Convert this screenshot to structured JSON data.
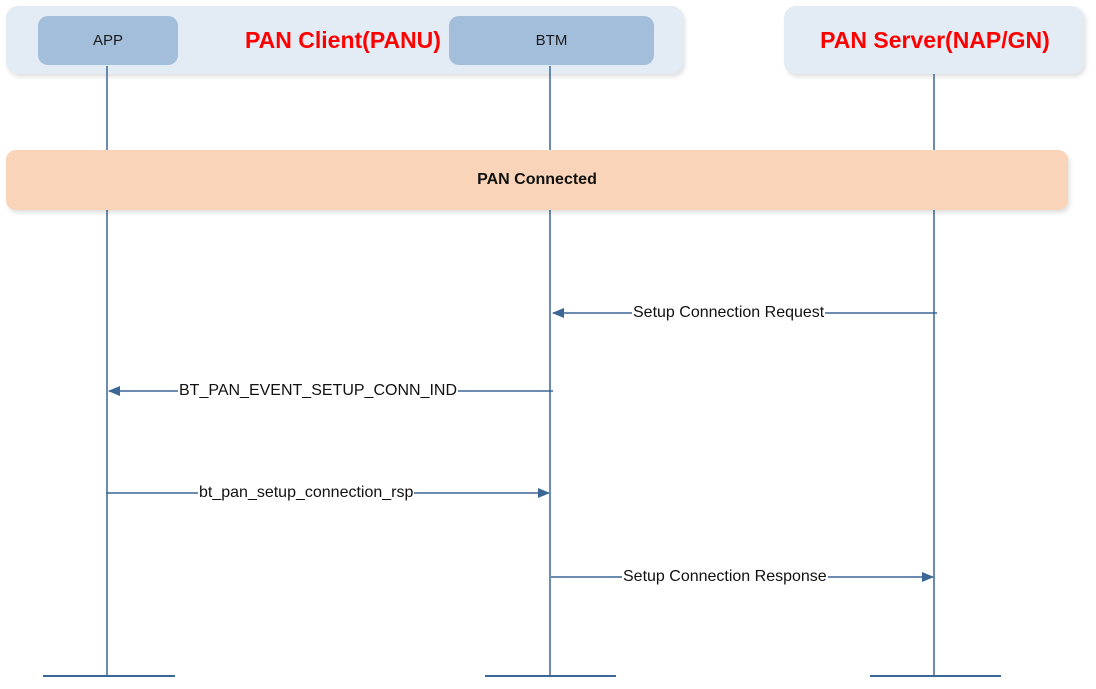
{
  "groups": {
    "client_title": "PAN Client(PANU)",
    "server_title": "PAN Server(NAP/GN)"
  },
  "actors": {
    "app": "APP",
    "btm": "BTM"
  },
  "banner": {
    "label": "PAN Connected"
  },
  "messages": [
    {
      "label": "Setup Connection Request",
      "from": "server",
      "to": "btm"
    },
    {
      "label": "BT_PAN_EVENT_SETUP_CONN_IND",
      "from": "btm",
      "to": "app"
    },
    {
      "label": "bt_pan_setup_connection_rsp",
      "from": "app",
      "to": "btm"
    },
    {
      "label": "Setup Connection Response",
      "from": "btm",
      "to": "server"
    }
  ],
  "colors": {
    "line": "#3a6796",
    "title": "#ff0000",
    "actor_fill": "#a3bedb",
    "group_fill": "#e3ebf4",
    "banner_fill": "#f9d4b8"
  }
}
